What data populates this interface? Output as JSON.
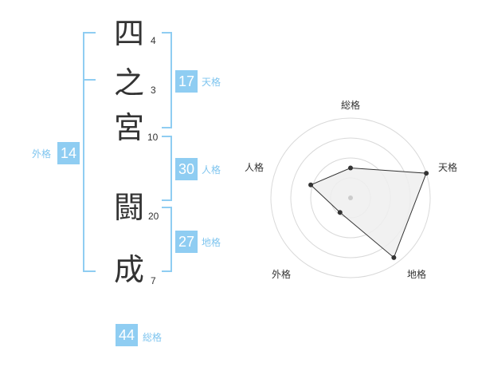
{
  "name_characters": [
    {
      "char": "四",
      "strokes": "4"
    },
    {
      "char": "之",
      "strokes": "3"
    },
    {
      "char": "宮",
      "strokes": "10"
    },
    {
      "char": "闘",
      "strokes": "20"
    },
    {
      "char": "成",
      "strokes": "7"
    }
  ],
  "fortune": {
    "gaikaku": {
      "value": "14",
      "label": "外格"
    },
    "tenkaku": {
      "value": "17",
      "label": "天格"
    },
    "jinkaku": {
      "value": "30",
      "label": "人格"
    },
    "chikaku": {
      "value": "27",
      "label": "地格"
    },
    "soukaku": {
      "value": "44",
      "label": "総格"
    }
  },
  "radar": {
    "labels": {
      "soukaku": "総格",
      "tenkaku": "天格",
      "chikaku": "地格",
      "gaikaku": "外格",
      "jinkaku": "人格"
    },
    "colors": {
      "fill": "#efefef",
      "ring": "#d9d9d9",
      "point": "#333333"
    }
  },
  "chart_data": {
    "type": "radar",
    "categories": [
      "総格",
      "天格",
      "地格",
      "外格",
      "人格"
    ],
    "max": 4,
    "rings": 4,
    "values": [
      1.5,
      4,
      3.7,
      0.9,
      2.1
    ]
  }
}
